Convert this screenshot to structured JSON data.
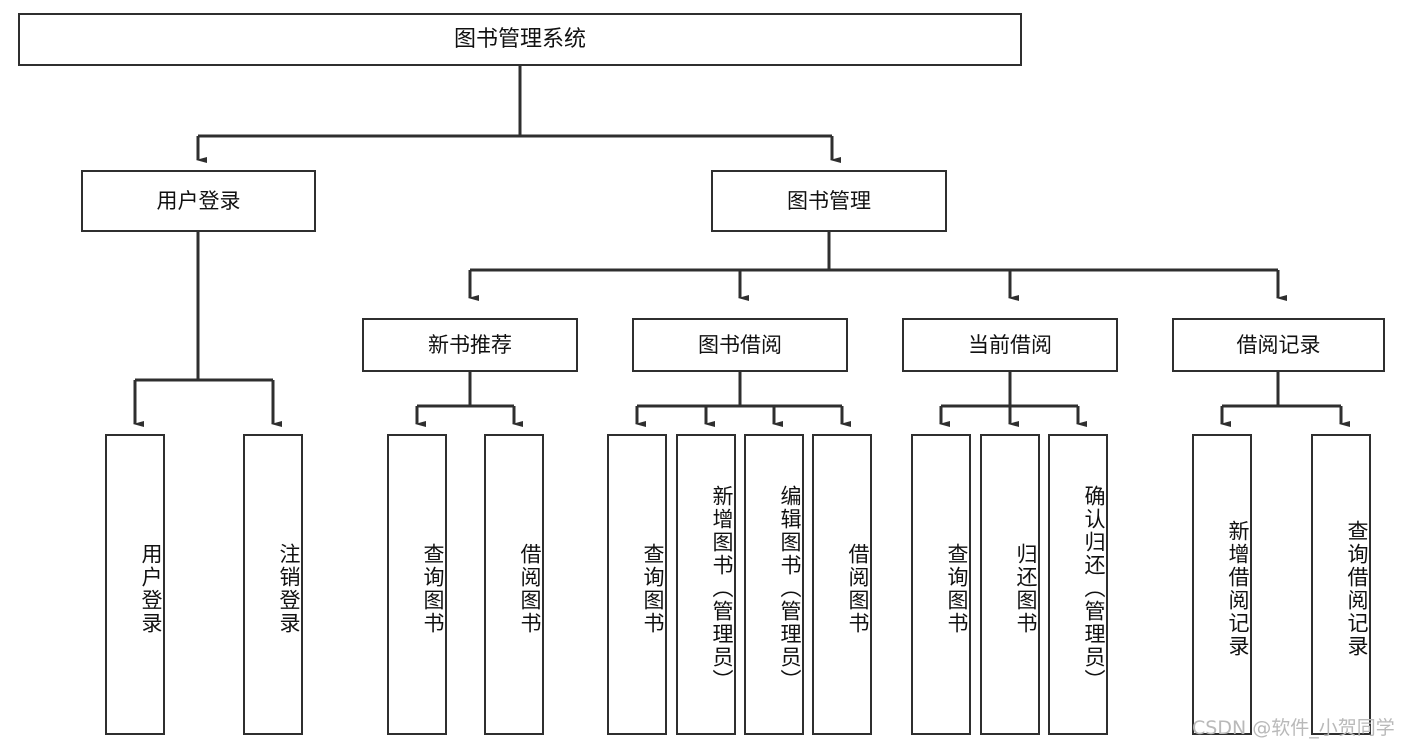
{
  "diagram": {
    "title": "图书管理系统",
    "type": "hierarchy-tree",
    "root": {
      "id": "root",
      "label": "图书管理系统"
    },
    "level1": [
      {
        "id": "user-login",
        "label": "用户登录"
      },
      {
        "id": "book-manage",
        "label": "图书管理"
      }
    ],
    "level2": [
      {
        "id": "new-book-recommend",
        "label": "新书推荐",
        "parent": "book-manage"
      },
      {
        "id": "book-borrow",
        "label": "图书借阅",
        "parent": "book-manage"
      },
      {
        "id": "current-borrow",
        "label": "当前借阅",
        "parent": "book-manage"
      },
      {
        "id": "borrow-record",
        "label": "借阅记录",
        "parent": "book-manage"
      }
    ],
    "leaves": [
      {
        "id": "leaf-user-login",
        "label": "用户登录",
        "parent": "user-login"
      },
      {
        "id": "leaf-logout-login",
        "label": "注销登录",
        "parent": "user-login"
      },
      {
        "id": "leaf-query-book-1",
        "label": "查询图书",
        "parent": "new-book-recommend"
      },
      {
        "id": "leaf-borrow-book-1",
        "label": "借阅图书",
        "parent": "new-book-recommend"
      },
      {
        "id": "leaf-query-book-2",
        "label": "查询图书",
        "parent": "book-borrow"
      },
      {
        "id": "leaf-add-book",
        "label": "新增图书（管理员）",
        "parent": "book-borrow"
      },
      {
        "id": "leaf-edit-book",
        "label": "编辑图书（管理员）",
        "parent": "book-borrow"
      },
      {
        "id": "leaf-borrow-book-2",
        "label": "借阅图书",
        "parent": "book-borrow"
      },
      {
        "id": "leaf-query-book-3",
        "label": "查询图书",
        "parent": "current-borrow"
      },
      {
        "id": "leaf-return-book",
        "label": "归还图书",
        "parent": "current-borrow"
      },
      {
        "id": "leaf-confirm-return",
        "label": "确认归还（管理员）",
        "parent": "current-borrow"
      },
      {
        "id": "leaf-add-record",
        "label": "新增借阅记录",
        "parent": "borrow-record"
      },
      {
        "id": "leaf-query-record",
        "label": "查询借阅记录",
        "parent": "borrow-record"
      }
    ]
  },
  "watermark": {
    "text": "CSDN @软件_小贺同学"
  },
  "colors": {
    "stroke": "#2f2f2f",
    "background": "#ffffff",
    "text": "#111111",
    "watermark": "#b9b9b9"
  }
}
